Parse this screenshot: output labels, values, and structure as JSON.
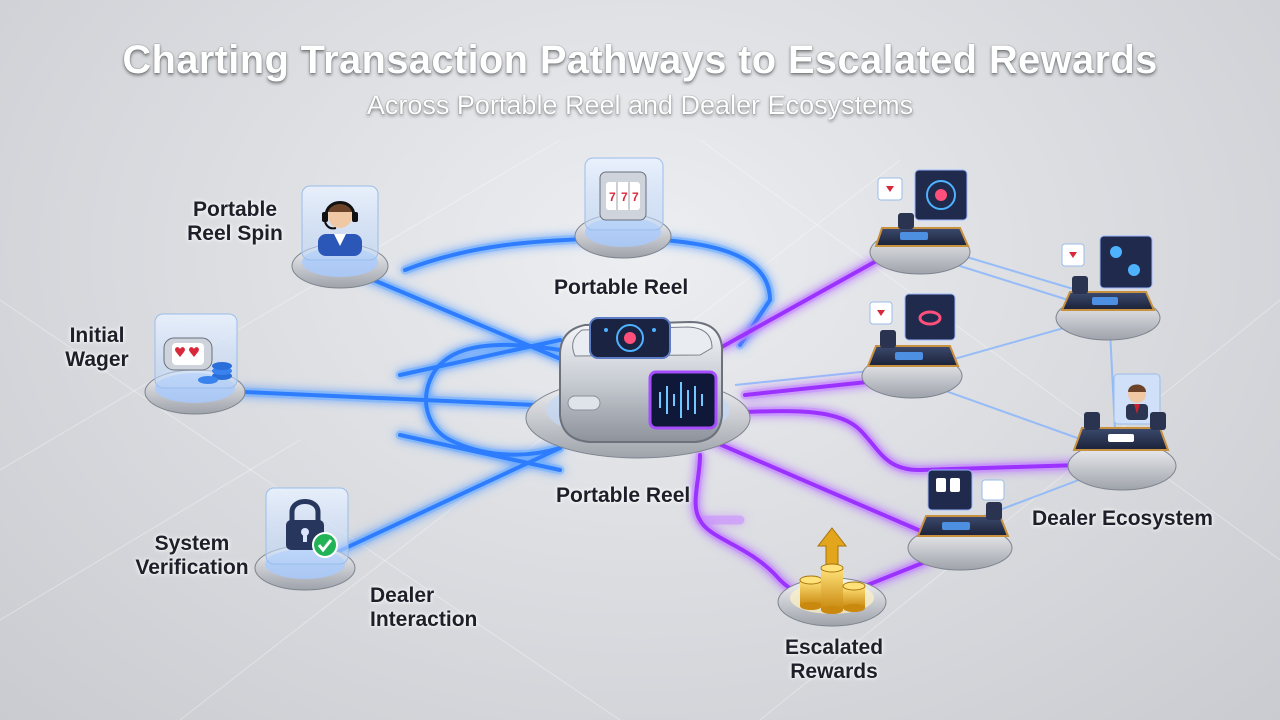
{
  "header": {
    "title": "Charting Transaction Pathways to Escalated Rewards",
    "subtitle": "Across Portable Reel and Dealer Ecosystems"
  },
  "labels": {
    "portable_reel_spin": [
      "Portable",
      "Reel Spin"
    ],
    "initial_wager": [
      "Initial",
      "Wager"
    ],
    "system_verification": [
      "System",
      "Verification"
    ],
    "dealer_interaction": [
      "Dealer",
      "Interaction"
    ],
    "portable_reel_top": "Portable Reel",
    "portable_reel_center": "Portable Reel",
    "dealer_ecosystem": "Dealer Ecosystem",
    "escalated_rewards": [
      "Escalated",
      "Rewards"
    ]
  },
  "colors": {
    "blue_path": "#3d8bff",
    "purple_path": "#a33dff",
    "hub_screen": "#1a2342",
    "coin_gold": "#e2a51c",
    "check_green": "#22b357"
  },
  "icons": {
    "portable_reel_spin": "headset-agent-icon",
    "initial_wager": "slot-reel-chips-icon",
    "system_verification": "padlock-check-icon",
    "portable_reel_top": "slot-reel-icon",
    "hub": "portable-reel-device-icon",
    "dealer_tables": "dealer-table-icon",
    "escalated_rewards": "coin-stack-arrow-icon"
  }
}
